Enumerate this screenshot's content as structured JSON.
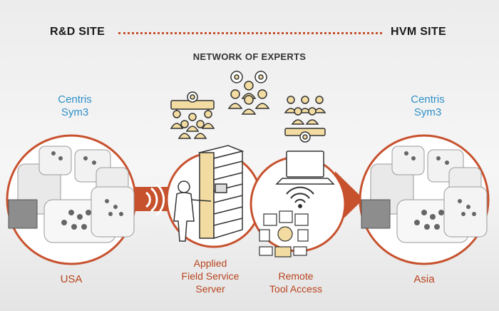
{
  "sites": {
    "left": "R&D SITE",
    "right": "HVM SITE"
  },
  "network_title": "NETWORK OF EXPERTS",
  "tools": {
    "left": "Centris\nSym3",
    "right": "Centris\nSym3"
  },
  "locations": {
    "left": "USA",
    "right": "Asia"
  },
  "services": {
    "server_line1": "Applied",
    "server_line2": "Field Service",
    "server_line3": "Server",
    "remote_line1": "Remote",
    "remote_line2": "Tool Access"
  },
  "colors": {
    "accent": "#c7512d",
    "tool_label": "#2e8fc7",
    "icon_fill": "#f3dca2",
    "icon_stroke": "#333333"
  }
}
